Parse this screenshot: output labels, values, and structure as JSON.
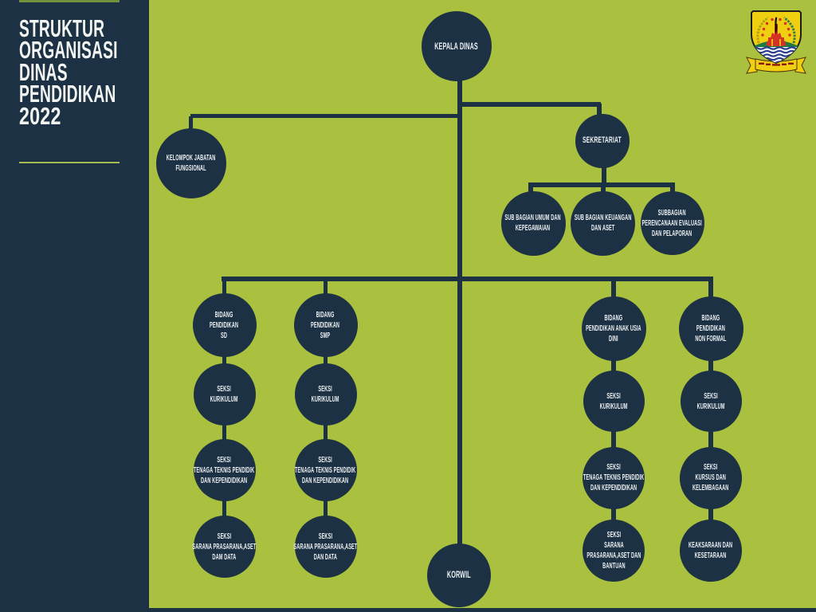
{
  "colors": {
    "background_green": "#a9c13e",
    "panel_navy": "#1d3144",
    "text_light": "#edf1f3",
    "accent_line_top": "#73903a",
    "accent_line_divider": "#a4bd55",
    "logo_yellow": "#f0cf10",
    "logo_red": "#d33226",
    "logo_green": "#1e7a41",
    "logo_blue": "#2b3f8c"
  },
  "sidebar": {
    "title_lines": [
      "STRUKTUR",
      "ORGANISASI",
      "DINAS",
      "PENDIDIKAN",
      "2022"
    ]
  },
  "logo": {
    "description": "regency-crest"
  },
  "org_chart": {
    "kepala_dinas": {
      "lines": [
        "KEPALA DINAS"
      ]
    },
    "kelompok_jabatan": {
      "lines": [
        "KELOMPOK JABATAN",
        "FUNGSIONAL"
      ]
    },
    "sekretariat": {
      "lines": [
        "SEKRETARIAT"
      ]
    },
    "sub_bagian": [
      {
        "lines": [
          "SUB BAGIAN UMUM DAN",
          "KEPEGAWAIAN"
        ]
      },
      {
        "lines": [
          "SUB BAGIAN KEUANGAN",
          "DAN ASET"
        ]
      },
      {
        "lines": [
          "SUBBAGIAN",
          "PERENCANAAN EVALUASI",
          "DAN PELAPORAN"
        ]
      }
    ],
    "korwil": {
      "lines": [
        "KORWIL"
      ]
    },
    "columns": [
      {
        "id": "bidang-pendidikan-sd",
        "nodes": [
          {
            "lines": [
              "BIDANG",
              "PENDIDIKAN",
              "SD"
            ]
          },
          {
            "lines": [
              "SEKSI",
              "KURIKULUM"
            ]
          },
          {
            "lines": [
              "SEKSI",
              "TENAGA TEKNIS PENDIDIK",
              "DAN KEPENDIDIKAN"
            ]
          },
          {
            "lines": [
              "SEKSI",
              "SARANA PRASARANA,ASET",
              "DAM DATA"
            ]
          }
        ]
      },
      {
        "id": "bidang-pendidikan-smp",
        "nodes": [
          {
            "lines": [
              "BIDANG",
              "PENDIDIKAN",
              "SMP"
            ]
          },
          {
            "lines": [
              "SEKSI",
              "KURIKULUM"
            ]
          },
          {
            "lines": [
              "SEKSI",
              "TENAGA TEKNIS PENDIDIK",
              "DAN KEPENDIDIKAN"
            ]
          },
          {
            "lines": [
              "SEKSI",
              "SARANA PRASARANA,ASET",
              "DAN DATA"
            ]
          }
        ]
      },
      {
        "id": "bidang-pendidikan-anak-usia-dini",
        "nodes": [
          {
            "lines": [
              "BIDANG",
              "PENDIDIKAN ANAK USIA",
              "DINI"
            ]
          },
          {
            "lines": [
              "SEKSI",
              "KURIKULUM"
            ]
          },
          {
            "lines": [
              "SEKSI",
              "TENAGA TEKNIS PENDIDIK",
              "DAN KEPENDIDIKAN"
            ]
          },
          {
            "lines": [
              "SEKSI",
              "SARANA",
              "PRASARANA,ASET DAN",
              "BANTUAN"
            ]
          }
        ]
      },
      {
        "id": "bidang-pendidikan-non-formal",
        "nodes": [
          {
            "lines": [
              "BIDANG",
              "PENDIDIKAN",
              "NON FORMAL"
            ]
          },
          {
            "lines": [
              "SEKSI",
              "KURIKULUM"
            ]
          },
          {
            "lines": [
              "SEKSI",
              "KURSUS DAN",
              "KELEMBAGAAN"
            ]
          },
          {
            "lines": [
              "KEAKSARAAN DAN",
              "KESETARAAN"
            ]
          }
        ]
      }
    ]
  }
}
